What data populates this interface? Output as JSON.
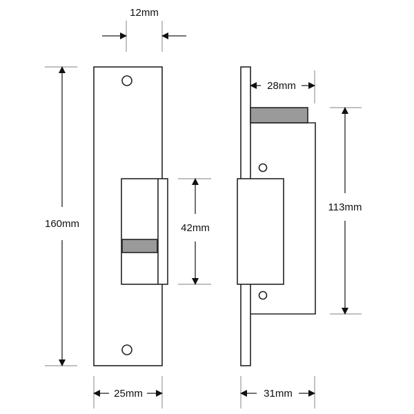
{
  "dimensions": {
    "top_width": "12mm",
    "overall_height": "160mm",
    "keeper_height": "42mm",
    "depth_top": "28mm",
    "body_height": "113mm",
    "plate_width": "25mm",
    "overall_depth": "31mm"
  },
  "colors": {
    "line": "#222222",
    "latch_fill": "#9a9a9a",
    "dim_line": "#999999"
  }
}
